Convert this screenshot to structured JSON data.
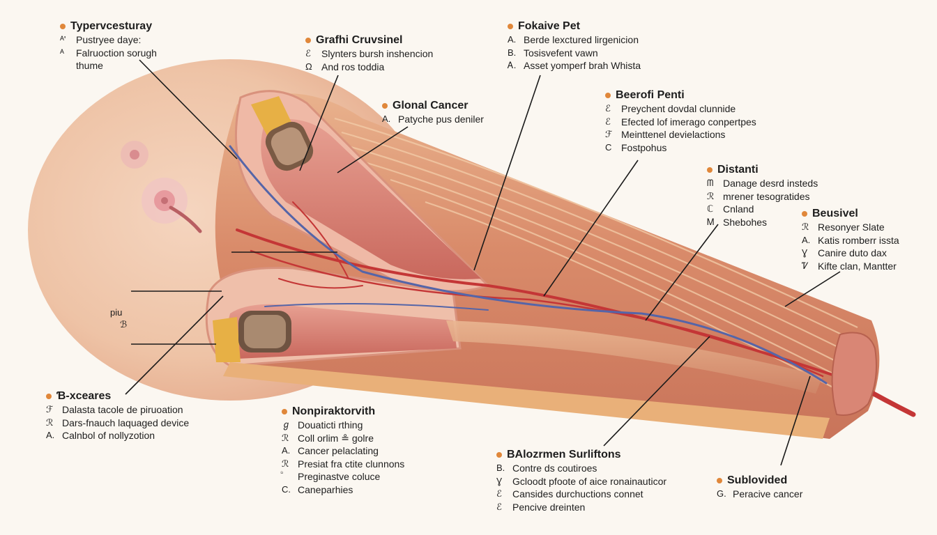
{
  "colors": {
    "background": "#fbf7f1",
    "bullet": "#e0873a",
    "leader": "#1a1a1a",
    "skin": "#efc8ad",
    "muscle": "#c8604f",
    "vessel_red": "#c63a3a",
    "vessel_blue": "#5a6aa8",
    "sheath": "#e6b184"
  },
  "callouts": [
    {
      "title": "Typervcesturay",
      "items": [
        {
          "m": "ᴬ'",
          "t": "Pustryee daye:"
        },
        {
          "m": "ᴬ",
          "t": "Falruoction sorugh"
        },
        {
          "m": "",
          "t": "thume"
        }
      ]
    },
    {
      "title": "Grafhi Cruvsinel",
      "items": [
        {
          "m": "ℰ",
          "t": "Slynters bursh inshencion"
        },
        {
          "m": "Ω",
          "t": "And ros toddia"
        }
      ]
    },
    {
      "title": "Fokaive Pet",
      "items": [
        {
          "m": "A.",
          "t": "Berde lexctured lirgenicion"
        },
        {
          "m": "B.",
          "t": "Tosisvefent vawn"
        },
        {
          "m": "Ꭺ.",
          "t": "Asset yomperf brah Whista"
        }
      ]
    },
    {
      "title": "Glonal Cancer",
      "items": [
        {
          "m": "A.",
          "t": "Patyche pus deniler"
        }
      ]
    },
    {
      "title": "Beerofi Penti",
      "items": [
        {
          "m": "ℰ",
          "t": "Preychent dovdal clunnide"
        },
        {
          "m": "ℰ",
          "t": "Efected lof imerago conpertpes"
        },
        {
          "m": "ℱ",
          "t": "Meinttenel devielactions"
        },
        {
          "m": "C",
          "t": "Fostpohus"
        }
      ]
    },
    {
      "title": "Distanti",
      "items": [
        {
          "m": "ᗰ",
          "t": "Danage desrd insteds"
        },
        {
          "m": "ℛ",
          "t": "mrener tesogratides"
        },
        {
          "m": "ℂ",
          "t": "Cnland"
        },
        {
          "m": "Ꮇ",
          "t": "Shebohes"
        }
      ]
    },
    {
      "title": "Beusivel",
      "items": [
        {
          "m": "ℛ",
          "t": "Resonyer Slate"
        },
        {
          "m": "A.",
          "t": "Katis romberr issta"
        },
        {
          "m": "Ɣ",
          "t": "Canire duto dax"
        },
        {
          "m": "Ꮴ",
          "t": "Kifte clan, Mantter"
        }
      ]
    },
    {
      "title": "Ɓ-xceares",
      "items": [
        {
          "m": "ℱ",
          "t": "Dalasta tacole de piruoation"
        },
        {
          "m": "ℛ",
          "t": "Dars-fnauch laquaged device"
        },
        {
          "m": "A.",
          "t": "Calnbol of nollyzotion"
        }
      ]
    },
    {
      "title": "Nonpiraktorvith",
      "items": [
        {
          "m": "ℊ",
          "t": "Douaticti rthing"
        },
        {
          "m": "ℛ",
          "t": "Coll orlim ≗ golre"
        },
        {
          "m": "A.",
          "t": "Cancer pelaclating"
        },
        {
          "m": "ℛ",
          "t": "Presiat fra ctite clunnons"
        },
        {
          "m": "ᷴ",
          "t": "Preginastve coluce"
        },
        {
          "m": "C.",
          "t": "Caneparhies"
        }
      ]
    },
    {
      "title": "BAlozrmen Surliftons",
      "items": [
        {
          "m": "B.",
          "t": "Contre ds coutiroes"
        },
        {
          "m": "Ɣ",
          "t": "Gcloodt pfoote of aice ronainauticor"
        },
        {
          "m": "ℰ",
          "t": "Cansides durchuctions connet"
        },
        {
          "m": "ℰ",
          "t": "Pencive dreinten"
        }
      ]
    },
    {
      "title": "Sublovided",
      "items": [
        {
          "m": "G.",
          "t": "Peracive cancer"
        }
      ]
    }
  ],
  "side_label": {
    "text": "piu",
    "sub": "ℬ"
  }
}
